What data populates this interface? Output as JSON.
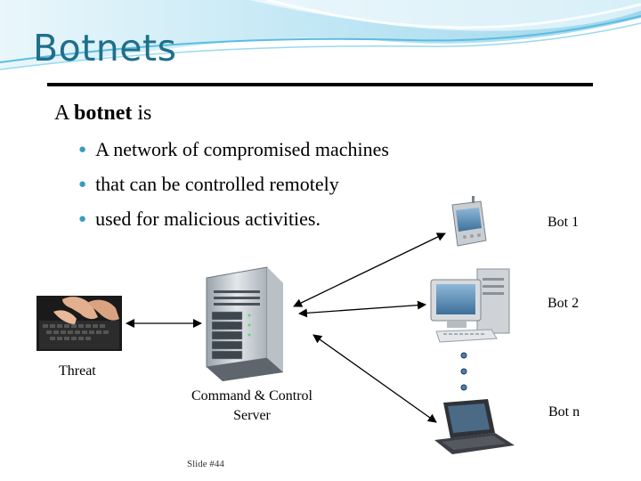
{
  "slide": {
    "title": "Botnets",
    "lead_prefix": "A ",
    "lead_bold": "botnet",
    "lead_suffix": " is",
    "bullets": [
      "A network of compromised machines",
      "that can be controlled remotely",
      "used for malicious activities."
    ],
    "footer": "Slide #44"
  },
  "diagram": {
    "threat_label": "Threat",
    "server_label_line1": "Command & Control",
    "server_label_line2": "Server",
    "bot1_label": "Bot 1",
    "bot2_label": "Bot 2",
    "botn_label": "Bot n"
  },
  "colors": {
    "title": "#1f6f8b",
    "bullet": "#3a9bbf",
    "wave": "#6ec6e6"
  }
}
